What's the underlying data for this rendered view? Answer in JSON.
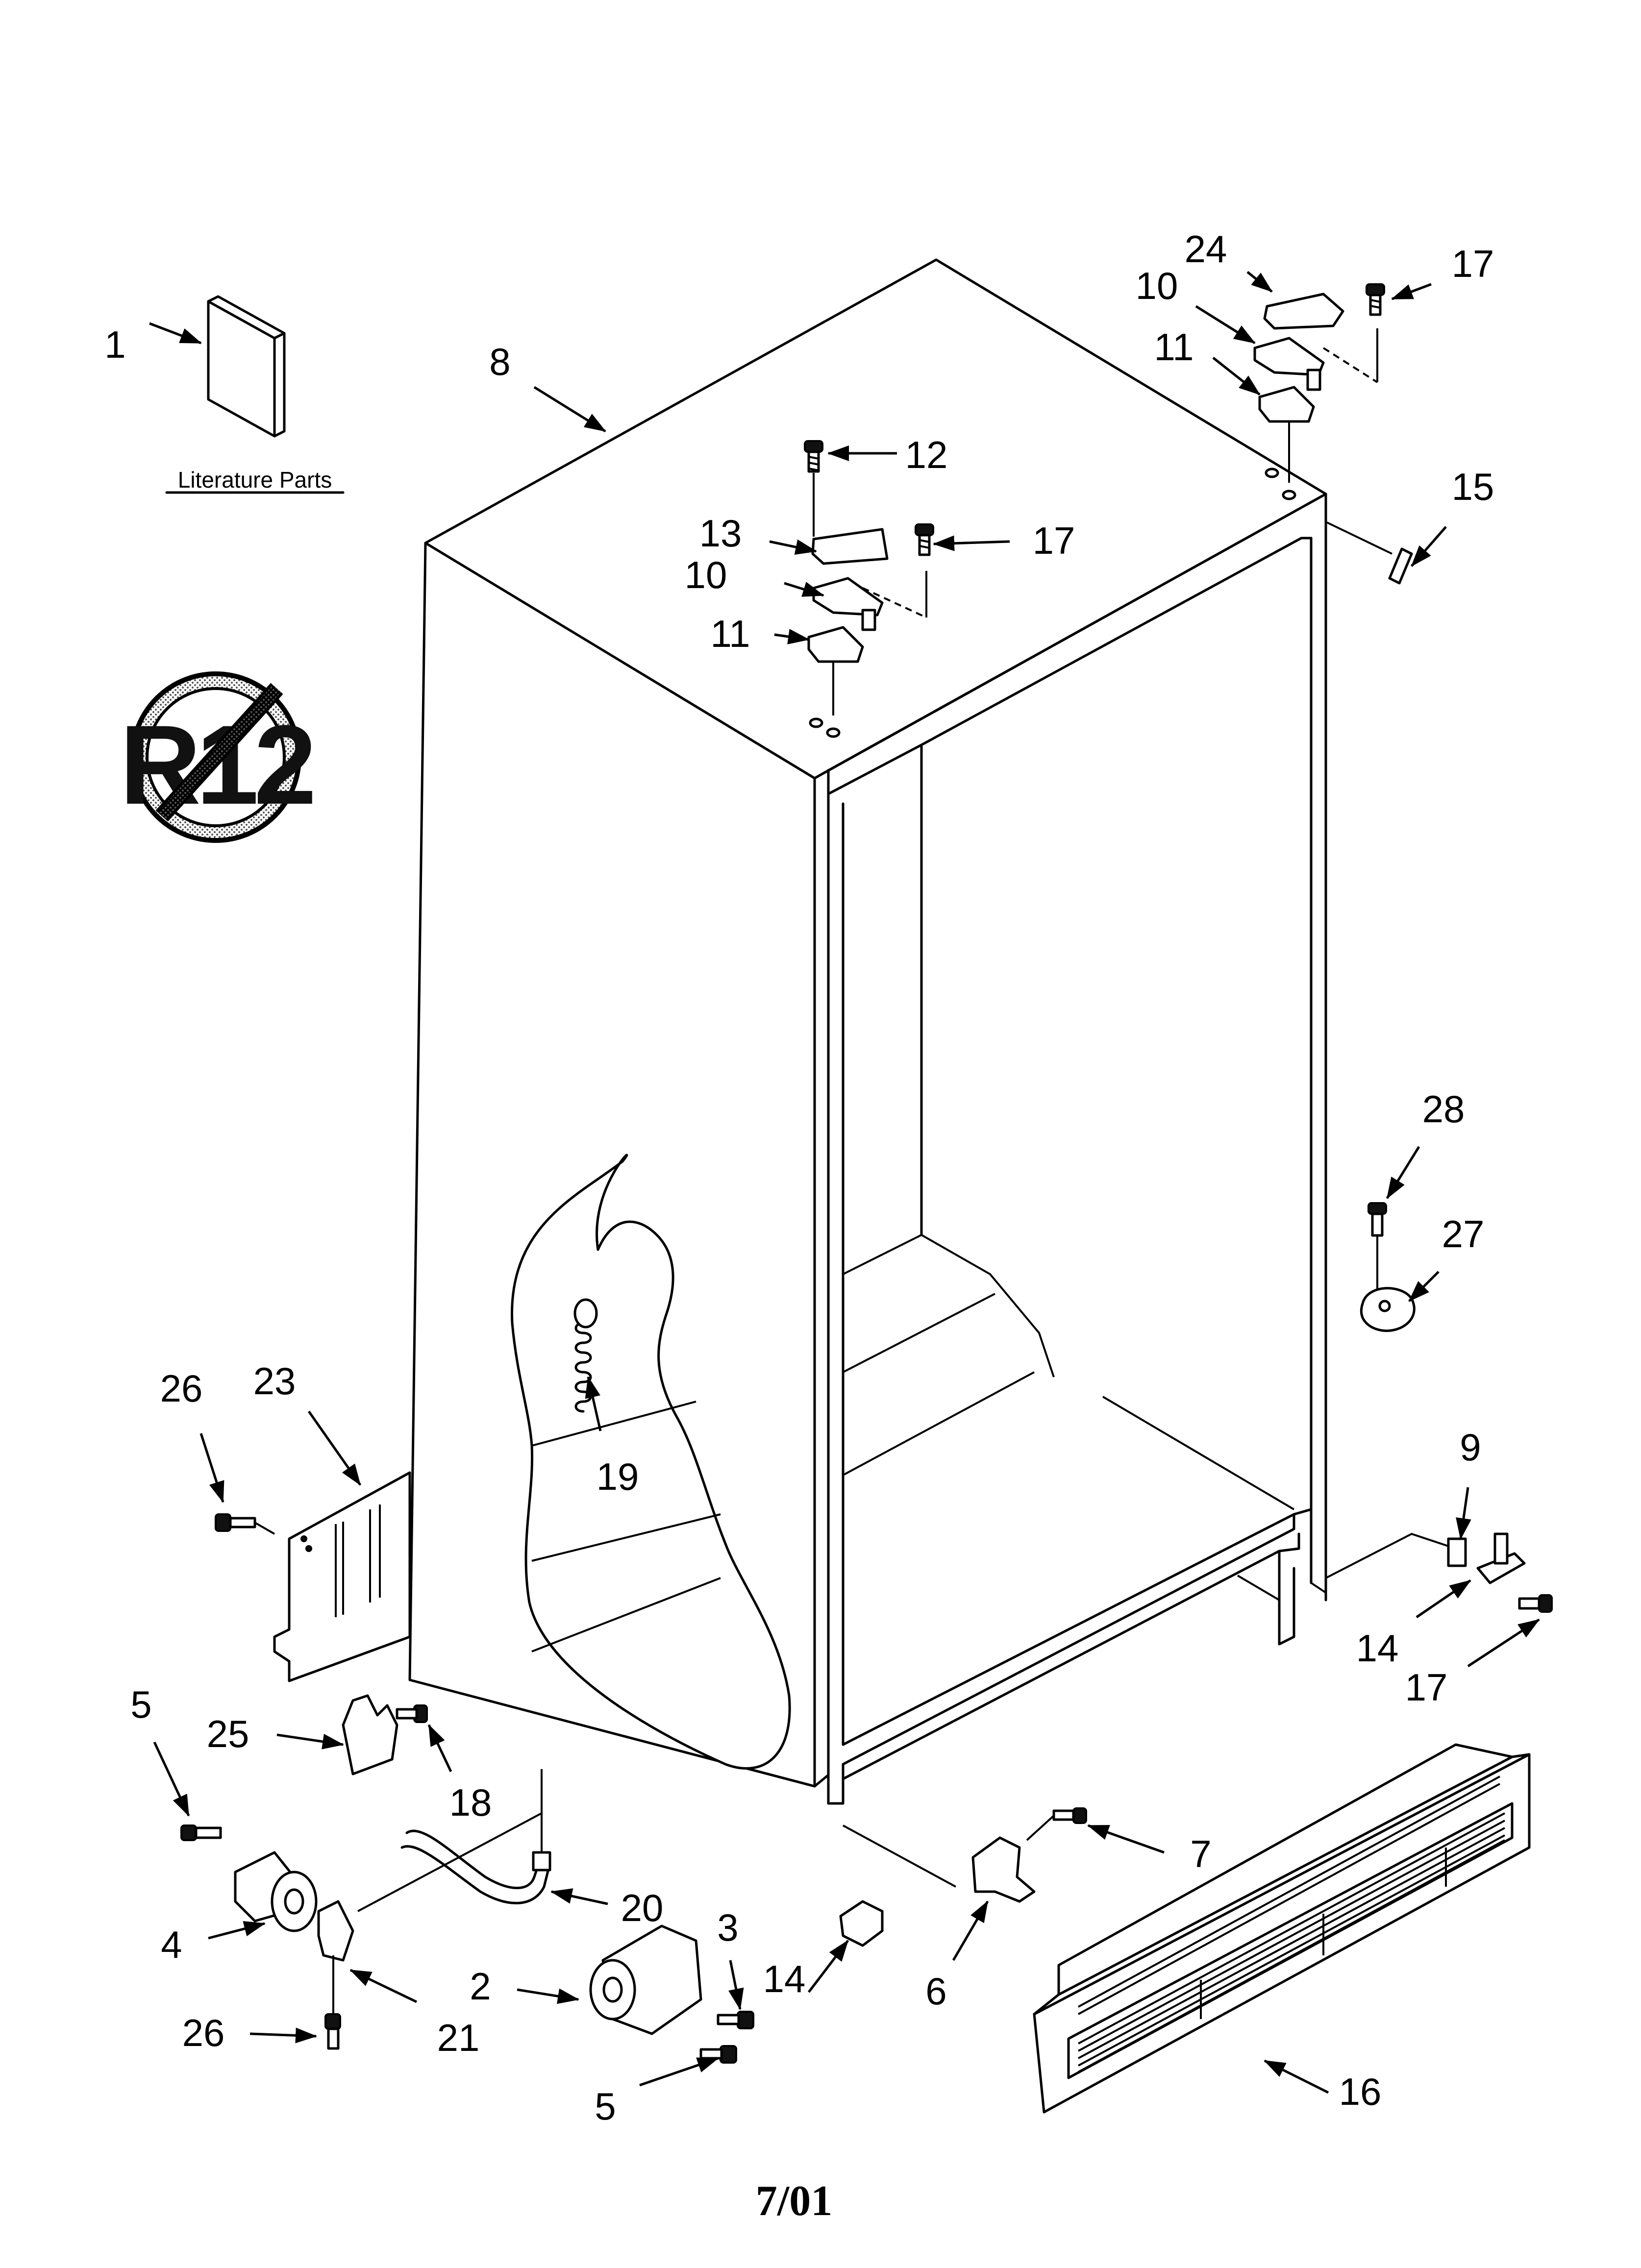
{
  "footer": {
    "date_code": "7/01"
  },
  "literature": {
    "caption": "Literature Parts"
  },
  "badge": {
    "text": "R12"
  },
  "callouts": {
    "c1": "1",
    "c8": "8",
    "c24": "24",
    "c17a": "17",
    "c10a": "10",
    "c11a": "11",
    "c12": "12",
    "c13": "13",
    "c17b": "17",
    "c10b": "10",
    "c11b": "11",
    "c15": "15",
    "c28": "28",
    "c27": "27",
    "c26a": "26",
    "c23": "23",
    "c19": "19",
    "c9": "9",
    "c14a": "14",
    "c17c": "17",
    "c5a": "5",
    "c25": "25",
    "c18": "18",
    "c7": "7",
    "c20": "20",
    "c3": "3",
    "c4": "4",
    "c2": "2",
    "c14b": "14",
    "c6": "6",
    "c21": "21",
    "c26b": "26",
    "c5b": "5",
    "c16": "16"
  }
}
